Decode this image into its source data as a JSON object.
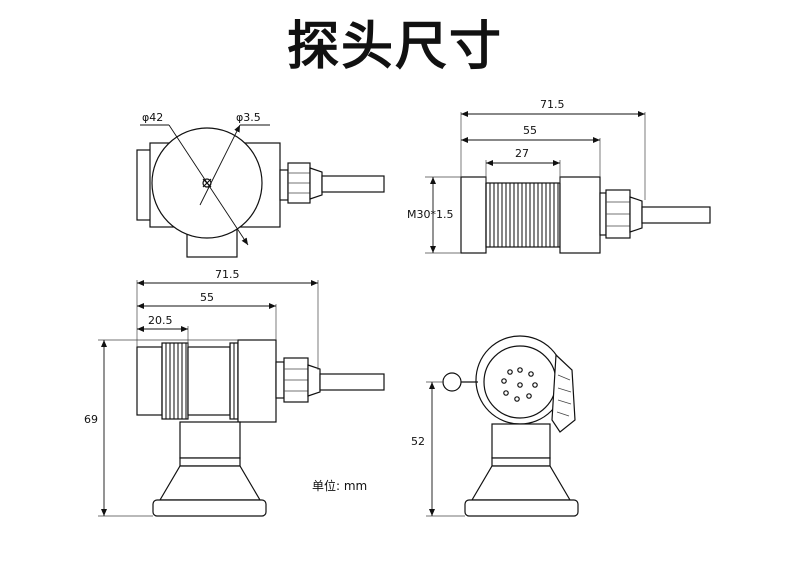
{
  "title": "探头尺寸",
  "views": {
    "front": {
      "diameter_label": "φ42",
      "hole_label": "φ3.5"
    },
    "side": {
      "length_total": "71.5",
      "length_body": "55",
      "length_thread": "27",
      "thread_spec": "M30*1.5"
    },
    "front_bottom": {
      "length_total": "71.5",
      "length_body": "55",
      "length_part": "20.5",
      "height": "69"
    },
    "side_bottom": {
      "height": "52"
    }
  },
  "unit_label": "单位: mm"
}
